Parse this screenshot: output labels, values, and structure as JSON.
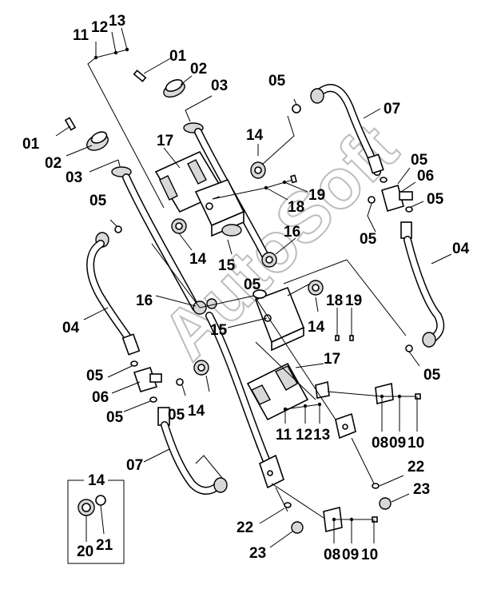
{
  "watermark": "AutoSoft",
  "labels": {
    "l11a": "11",
    "l12a": "12",
    "l13a": "13",
    "l01a": "01",
    "l02a": "02",
    "l03a": "03",
    "l01b": "01",
    "l02b": "02",
    "l03b": "03",
    "l05a": "05",
    "l07a": "07",
    "l14a": "14",
    "l17a": "17",
    "l05b": "05",
    "l06a": "06",
    "l05c": "05",
    "l18a": "18",
    "l19a": "19",
    "l05d": "05",
    "l16a": "16",
    "l04a": "04",
    "l05e": "05",
    "l14b": "14",
    "l15a": "15",
    "l16b": "16",
    "l04b": "04",
    "l05f": "05",
    "l18b": "18",
    "l19b": "19",
    "l15b": "15",
    "l14c": "14",
    "l17b": "17",
    "l05g": "05",
    "l06b": "06",
    "l05h": "05",
    "l05i": "05",
    "l14d": "14",
    "l05j": "05",
    "l08a": "08",
    "l09a": "09",
    "l10a": "10",
    "l11b": "11",
    "l12b": "12",
    "l13b": "13",
    "l07b": "07",
    "l22a": "22",
    "l23a": "23",
    "l14e": "14",
    "l20a": "20",
    "l21a": "21",
    "l22b": "22",
    "l23b": "23",
    "l08b": "08",
    "l09b": "09",
    "l10b": "10"
  }
}
